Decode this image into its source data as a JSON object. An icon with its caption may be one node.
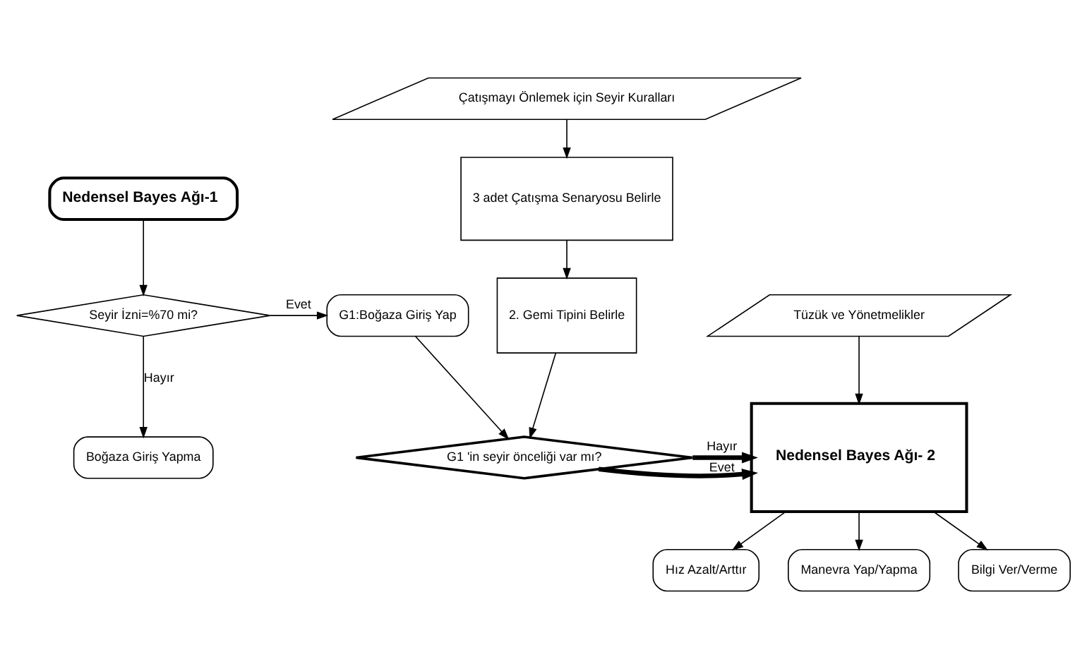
{
  "diagram": {
    "nodes": [
      {
        "text": [
          "Nedensel Bayes Ağı-1"
        ]
      },
      {
        "text": [
          "Seyir İzni=%70 mi?"
        ]
      },
      {
        "text": [
          "Boğaza Giriş Yapma"
        ]
      },
      {
        "text": [
          "G1:Boğaza Giriş Yap"
        ]
      },
      {
        "text": [
          "Çatışmayı Önlemek için Seyir Kuralları"
        ]
      },
      {
        "text": [
          "3 adet Çatışma Senaryosu Belirle"
        ]
      },
      {
        "text": [
          "2. Gemi Tipini Belirle"
        ]
      },
      {
        "text": [
          "Tüzük ve Yönetmelikler"
        ]
      },
      {
        "text": [
          "G1 'in seyir önceliği var mı?"
        ]
      },
      {
        "text": [
          "Nedensel Bayes Ağı- 2"
        ]
      },
      {
        "text": [
          "Hız Azalt/Arttır"
        ]
      },
      {
        "text": [
          "Manevra Yap/Yapma"
        ]
      },
      {
        "text": [
          "Bilgi Ver/Verme"
        ]
      }
    ],
    "edges": [
      {
        "from": 0,
        "to": 1,
        "arrow": "to"
      },
      {
        "from": 1,
        "to": 3,
        "arrow": "to",
        "label": "Evet"
      },
      {
        "from": 1,
        "to": 2,
        "arrow": "to",
        "label": "Hayır"
      },
      {
        "from": 4,
        "to": 5,
        "arrow": "to"
      },
      {
        "from": 5,
        "to": 6,
        "arrow": "to"
      },
      {
        "from": 6,
        "to": 8,
        "arrow": "to"
      },
      {
        "from": 3,
        "to": 8,
        "arrow": "to"
      },
      {
        "from": 8,
        "to": 9,
        "arrow": "to",
        "label": "Evet",
        "style": "thick"
      },
      {
        "from": 8,
        "to": 9,
        "arrow": "to",
        "label": "Hayır",
        "style": "thick"
      },
      {
        "from": 7,
        "to": 9,
        "arrow": "to"
      },
      {
        "from": 9,
        "to": 10,
        "arrow": "to"
      },
      {
        "from": 9,
        "to": 11,
        "arrow": "to"
      },
      {
        "from": 9,
        "to": 12,
        "arrow": "to"
      }
    ]
  }
}
